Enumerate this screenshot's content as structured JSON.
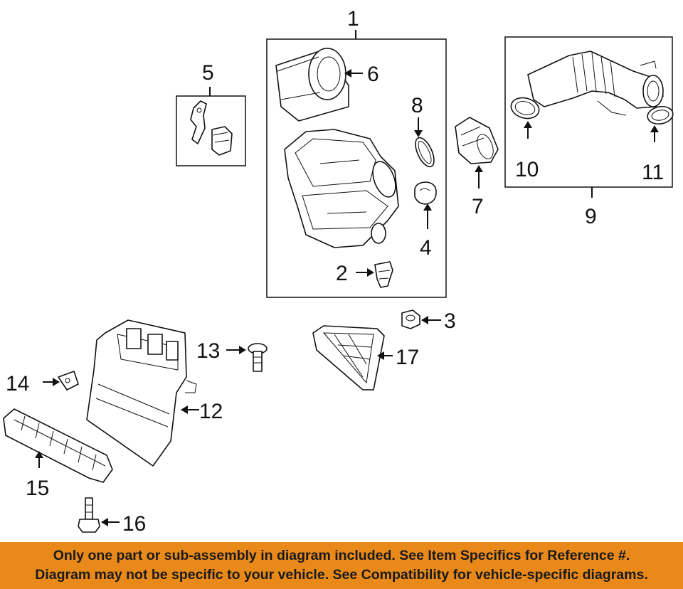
{
  "diagram": {
    "callouts": [
      "1",
      "2",
      "3",
      "4",
      "5",
      "6",
      "7",
      "8",
      "9",
      "10",
      "11",
      "12",
      "13",
      "14",
      "15",
      "16",
      "17"
    ]
  },
  "disclaimer": {
    "line1": "Only one part or sub-assembly in diagram included. See Item Specifics for Reference #.",
    "line2": "Diagram may not be specific to your vehicle. See Compatibility for vehicle-specific diagrams."
  },
  "colors": {
    "disclaimer_background": "#e8891a",
    "line_art": "#111111",
    "background": "#ffffff"
  }
}
